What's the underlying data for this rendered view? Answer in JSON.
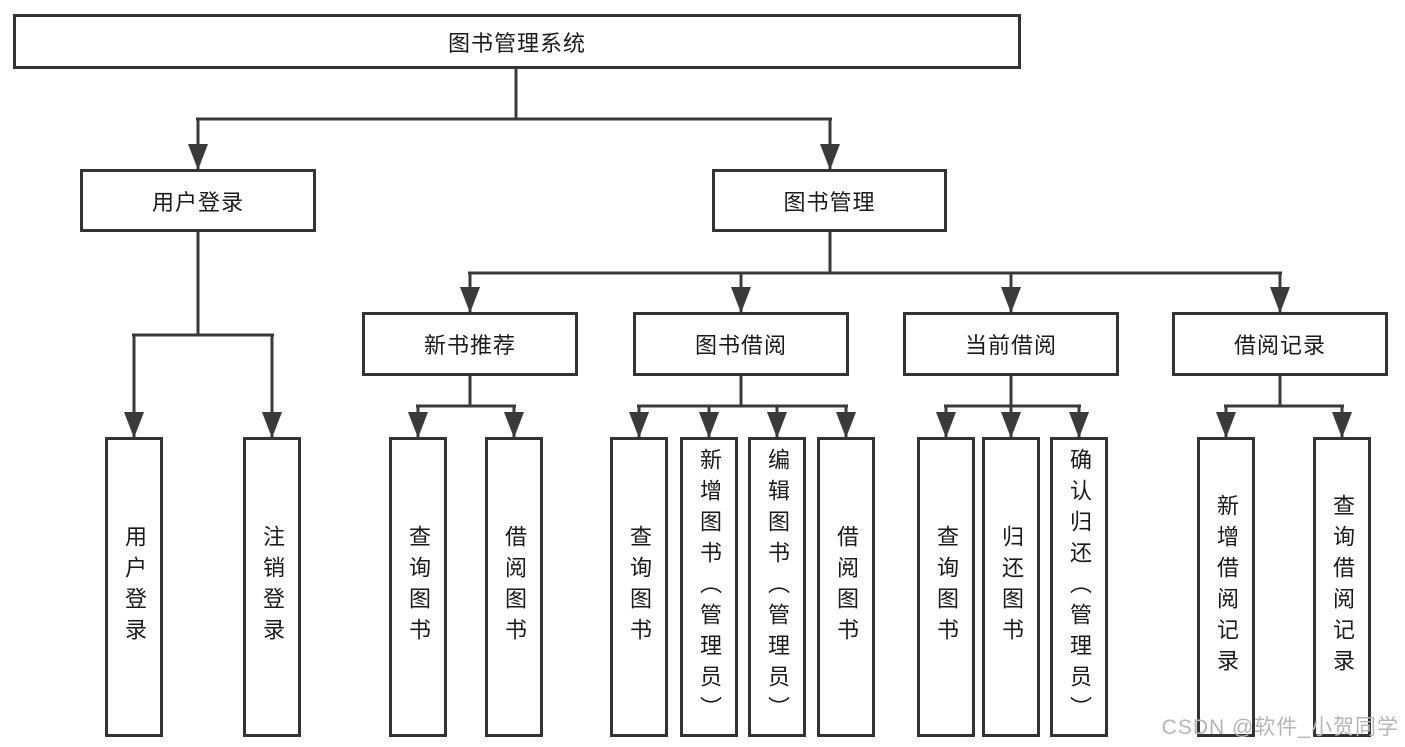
{
  "tree": {
    "label": "图书管理系统",
    "children": [
      {
        "label": "用户登录",
        "children": [
          {
            "label": "用户登录"
          },
          {
            "label": "注销登录"
          }
        ]
      },
      {
        "label": "图书管理",
        "children": [
          {
            "label": "新书推荐",
            "children": [
              {
                "label": "查询图书"
              },
              {
                "label": "借阅图书"
              }
            ]
          },
          {
            "label": "图书借阅",
            "children": [
              {
                "label": "查询图书"
              },
              {
                "label": "新增图书（管理员）"
              },
              {
                "label": "编辑图书（管理员）"
              },
              {
                "label": "借阅图书"
              }
            ]
          },
          {
            "label": "当前借阅",
            "children": [
              {
                "label": "查询图书"
              },
              {
                "label": "归还图书"
              },
              {
                "label": "确认归还（管理员）"
              }
            ]
          },
          {
            "label": "借阅记录",
            "children": [
              {
                "label": "新增借阅记录"
              },
              {
                "label": "查询借阅记录"
              }
            ]
          }
        ]
      }
    ]
  },
  "watermark": "CSDN @软件_小贺同学",
  "colors": {
    "line": "#3a3a3a",
    "border": "#333333",
    "text": "#1a1a1a",
    "watermark": "#b5b5b5",
    "background": "#ffffff"
  }
}
